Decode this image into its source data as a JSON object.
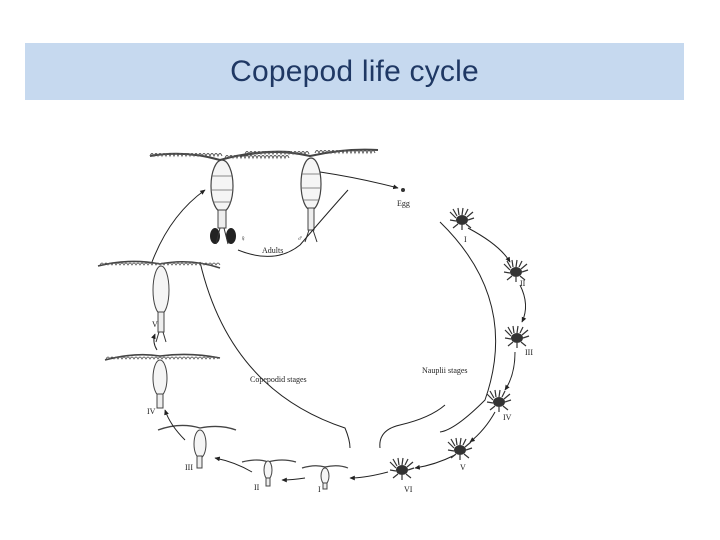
{
  "slide": {
    "title": "Copepod life cycle"
  },
  "diagram": {
    "labels": {
      "egg": "Egg",
      "adults": "Adults",
      "female_symbol": "♀",
      "male_symbol": "♂",
      "nauplii_stages": "Nauplii stages",
      "copepodid_stages": "Copepodid stages",
      "nauplius_stages": [
        "I",
        "II",
        "III",
        "IV",
        "V",
        "VI"
      ],
      "copepodid_roman": [
        "I",
        "II",
        "III",
        "IV",
        "V"
      ]
    }
  }
}
